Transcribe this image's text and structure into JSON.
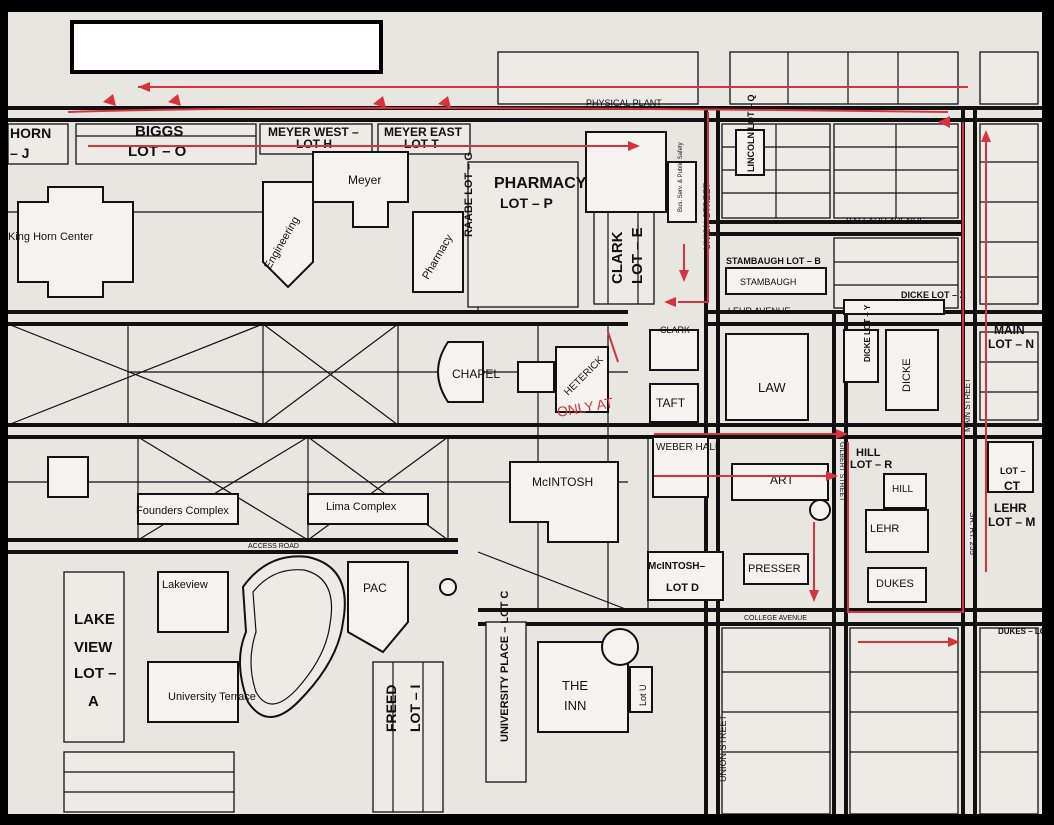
{
  "map": {
    "labels": {
      "horn": "HORN",
      "horn_lot": "– J",
      "biggs": "BIGGS",
      "biggs_lot": "LOT – O",
      "meyer_west": "MEYER WEST –",
      "meyer_west_lot": "LOT H",
      "meyer_east": "MEYER EAST",
      "meyer_east_lot": "LOT T",
      "physical_plant": "PHYSICAL PLANT",
      "lincoln_lot": "LINCOLN LOT – Q",
      "meyer": "Meyer",
      "raabe_lot": "RAABE LOT – G",
      "pharmacy_lot_1": "PHARMACY",
      "pharmacy_lot_2": "LOT – P",
      "king_horn": "King Horn Center",
      "engineering": "Engineering",
      "pharmacy": "Pharmacy",
      "clark_lot_1": "CLARK",
      "clark_lot_2": "LOT – E",
      "union_street_north": "UNION STREET",
      "bus_serv": "Bus. Serv. & Public Safety",
      "ballard_avenue": "BALLARD AVENUE",
      "stambaugh_lot": "STAMBAUGH LOT – B",
      "stambaugh": "STAMBAUGH",
      "dicke_lot_x": "DICKE LOT – X",
      "lehr_avenue": "LEHR AVENUE",
      "clark": "CLARK",
      "chapel": "CHAPEL",
      "heterick": "HETERICK",
      "law": "LAW",
      "dicke_lot_y": "DICKE LOT – Y",
      "dicke": "DICKE",
      "main_lot_1": "MAIN",
      "main_lot_2": "LOT – N",
      "main_street": "MAIN STREET",
      "taft": "TAFT",
      "weber_hall": "WEBER HALL",
      "hill_lot_1": "HILL",
      "hill_lot_2": "LOT – R",
      "sr_rt": "SR. RT. 235",
      "ct_lot_1": "LOT –",
      "ct_lot_2": "CT",
      "mcintosh": "McINTOSH",
      "art": "ART",
      "gilbert_street": "GILBERT STREET",
      "hill": "HILL",
      "lehr_lot_1": "LEHR",
      "lehr_lot_2": "LOT – M",
      "founders": "Founders Complex",
      "lima": "Lima Complex",
      "lehr": "LEHR",
      "access_road": "ACCESS ROAD",
      "lakeview": "Lakeview",
      "pac": "PAC",
      "mcintosh_lot_1": "McINTOSH–",
      "mcintosh_lot_2": "LOT D",
      "presser": "PRESSER",
      "dukes": "DUKES",
      "college_avenue": "COLLEGE AVENUE",
      "dukes_lot": "DUKES – LOT L",
      "lake": "LAKE",
      "view": "VIEW",
      "lot_dash": "LOT –",
      "a": "A",
      "university_terrace": "University Terrace",
      "freed_1": "FREED",
      "freed_2": "LOT – I",
      "university_place": "UNIVERSITY PLACE – LOT C",
      "the_inn_1": "THE",
      "the_inn_2": "INN",
      "lot_u": "Lot U",
      "union_street_south": "UNION STREET",
      "handwritten_note": "ONLY AT"
    },
    "colors": {
      "paper": "#e8e6e1",
      "ink": "#111111",
      "annotation_red": "#d8323c",
      "redaction": "#ffffff"
    }
  }
}
